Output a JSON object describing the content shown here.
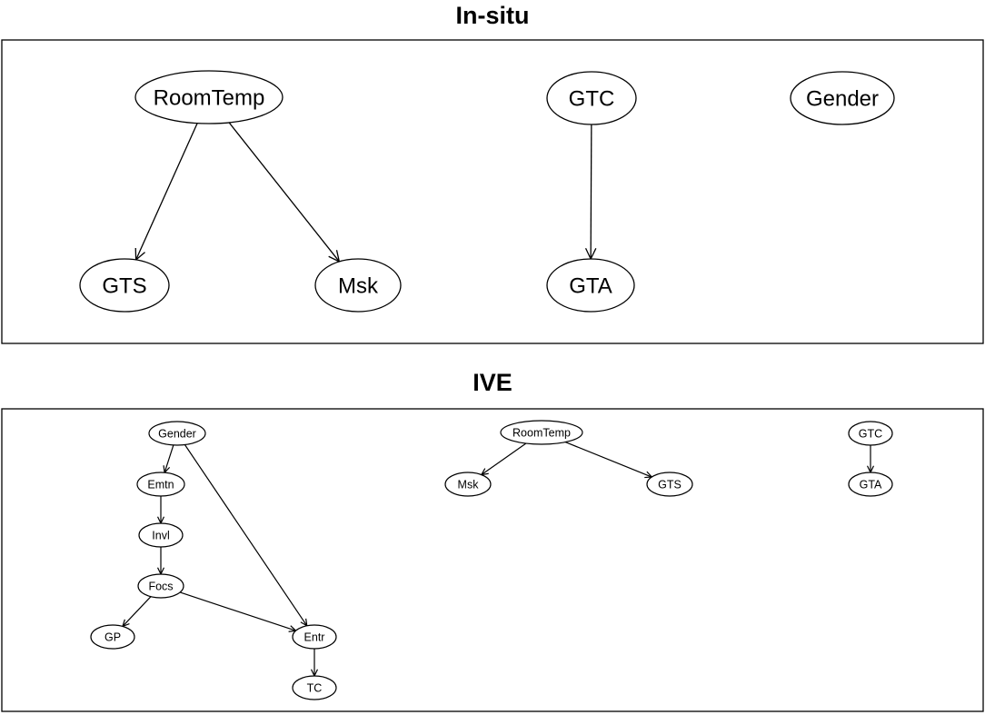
{
  "panels": [
    {
      "title": "In-situ",
      "nodes": [
        {
          "id": "RoomTemp",
          "label": "RoomTemp"
        },
        {
          "id": "GTC",
          "label": "GTC"
        },
        {
          "id": "Gender",
          "label": "Gender"
        },
        {
          "id": "GTS",
          "label": "GTS"
        },
        {
          "id": "Msk",
          "label": "Msk"
        },
        {
          "id": "GTA",
          "label": "GTA"
        }
      ],
      "edges": [
        {
          "from": "RoomTemp",
          "to": "GTS"
        },
        {
          "from": "RoomTemp",
          "to": "Msk"
        },
        {
          "from": "GTC",
          "to": "GTA"
        }
      ]
    },
    {
      "title": "IVE",
      "nodes": [
        {
          "id": "Gender",
          "label": "Gender"
        },
        {
          "id": "Emtn",
          "label": "Emtn"
        },
        {
          "id": "Invl",
          "label": "Invl"
        },
        {
          "id": "Focs",
          "label": "Focs"
        },
        {
          "id": "GP",
          "label": "GP"
        },
        {
          "id": "Entr",
          "label": "Entr"
        },
        {
          "id": "TC",
          "label": "TC"
        },
        {
          "id": "RoomTemp",
          "label": "RoomTemp"
        },
        {
          "id": "Msk",
          "label": "Msk"
        },
        {
          "id": "GTS",
          "label": "GTS"
        },
        {
          "id": "GTC",
          "label": "GTC"
        },
        {
          "id": "GTA",
          "label": "GTA"
        }
      ],
      "edges": [
        {
          "from": "Gender",
          "to": "Emtn"
        },
        {
          "from": "Gender",
          "to": "Entr"
        },
        {
          "from": "Emtn",
          "to": "Invl"
        },
        {
          "from": "Invl",
          "to": "Focs"
        },
        {
          "from": "Focs",
          "to": "GP"
        },
        {
          "from": "Focs",
          "to": "Entr"
        },
        {
          "from": "Entr",
          "to": "TC"
        },
        {
          "from": "RoomTemp",
          "to": "Msk"
        },
        {
          "from": "RoomTemp",
          "to": "GTS"
        },
        {
          "from": "GTC",
          "to": "GTA"
        }
      ]
    }
  ]
}
